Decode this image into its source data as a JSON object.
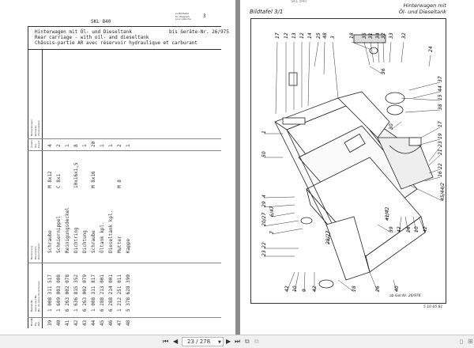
{
  "viewer": {
    "page_indicator": "23 / 278",
    "icons": [
      "first-page-icon",
      "previous-page-icon",
      "page-dropdown-icon",
      "next-page-icon",
      "last-page-icon",
      "single-page-view-icon",
      "two-page-view-icon",
      "fit-page-icon",
      "full-screen-icon"
    ]
  },
  "left_page": {
    "catalog_code": "SKL 840",
    "diagram_ref_label": [
      "zu Bildtafel",
      "for Diagram",
      "pour planche"
    ],
    "diagram_ref_number": "3",
    "title_de": "Hinterwagen mit Öl- und Dieseltank",
    "title_en": "Rear carriage - with oil- and dieseltank",
    "title_fr": "Châssis-partie AR avec réservoir hydraulique et carburant",
    "validity": "bis Geräte-Nr. 26/975",
    "columns": {
      "pos": [
        "Bild-Nr.",
        "Fig.",
        "Réf."
      ],
      "part_no": [
        "Bestell-Nr.",
        "Spare part No.",
        "No. de pièce de rechange"
      ],
      "name": [
        "Benennung",
        "Description",
        "Dénomination"
      ],
      "qty": [
        "Anzahl",
        "Qty.",
        "Quant."
      ],
      "remarks": [
        "Bemerkungen",
        "Remarks",
        "Observations"
      ]
    },
    "rows": [
      {
        "pos": "39",
        "part_no": "1 008 311 517",
        "name": "Schraube",
        "dim": "M 8x12",
        "qty": "4"
      },
      {
        "pos": "40",
        "part_no": "1 609 003 008",
        "name": "Schmiernippel",
        "dim": "C 8x1",
        "qty": "2"
      },
      {
        "pos": "41",
        "part_no": "6 263 002 078",
        "name": "Reinigungsdeckel",
        "dim": "",
        "qty": "1"
      },
      {
        "pos": "42",
        "part_no": "1 636 815 352",
        "name": "Dichtring",
        "dim": "10x16x1,5",
        "qty": "8"
      },
      {
        "pos": "43",
        "part_no": "6 263 002 079",
        "name": "Dichtung",
        "dim": "",
        "qty": "1"
      },
      {
        "pos": "44",
        "part_no": "1 008 311 817",
        "name": "Schraube",
        "dim": "M 8x16",
        "qty": "20"
      },
      {
        "pos": "45",
        "part_no": "6 288 213 001",
        "name": "Öltank kpl.",
        "dim": "",
        "qty": "1"
      },
      {
        "pos": "46",
        "part_no": "6 288 214 001",
        "name": "Dieseltank kpl.",
        "dim": "",
        "qty": "1"
      },
      {
        "pos": "47",
        "part_no": "1 212 251 011",
        "name": "Mutter",
        "dim": "M 8",
        "qty": "2"
      },
      {
        "pos": "48",
        "part_no": "5 378 628 390",
        "name": "Kappe",
        "dim": "",
        "qty": "1"
      }
    ]
  },
  "right_page": {
    "header_code": "SKL 840",
    "plate_title": "Bildtafel 3/1",
    "caption_line1": "Hinterwagen mit",
    "caption_line2": "Öl- und Dieseltank",
    "validity_note": "ab Ger.Nr. 26/976",
    "drawing_number": "5 10 05 81",
    "callouts": [
      "17",
      "12",
      "13",
      "12",
      "14",
      "25",
      "48",
      "3",
      "18",
      "35",
      "31",
      "34",
      "32",
      "33",
      "32",
      "36",
      "37",
      "44",
      "30",
      "15",
      "38",
      "17",
      "19",
      "23",
      "21",
      "22",
      "16",
      "45/44/2",
      "1",
      "50",
      "4",
      "29",
      "6/47",
      "20/27",
      "7",
      "22",
      "23",
      "28/27",
      "42",
      "10",
      "9",
      "42",
      "18",
      "26",
      "40",
      "39",
      "42",
      "26",
      "10",
      "42",
      "41/42",
      "24"
    ]
  }
}
